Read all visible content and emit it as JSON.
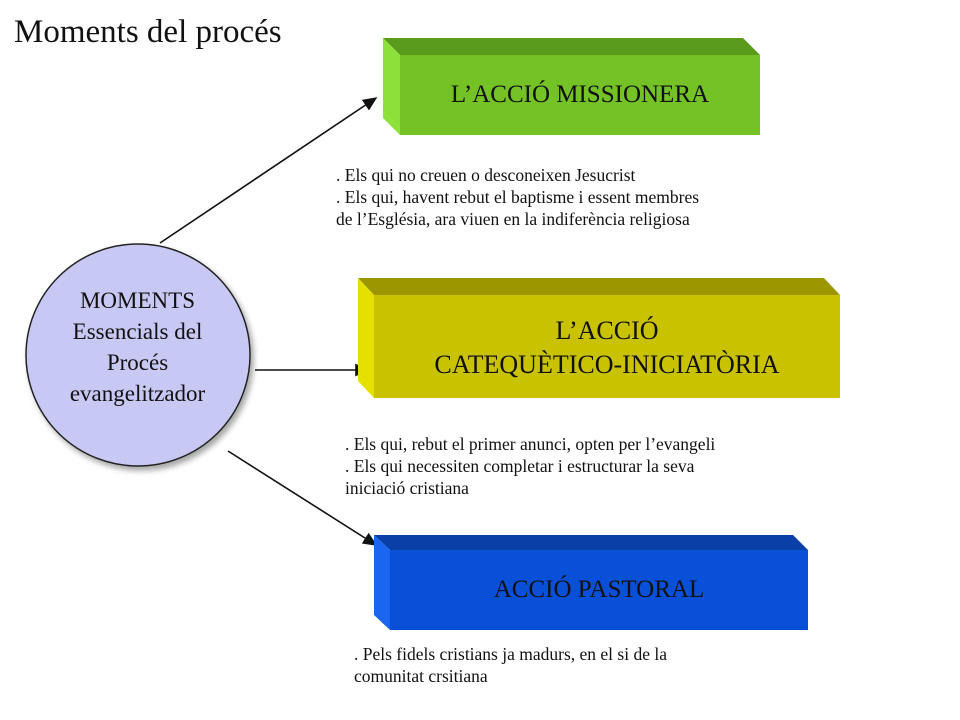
{
  "title": "Moments del procés",
  "center": {
    "lines": [
      "MOMENTS",
      "Essencials del",
      "Procés",
      "evangelitzador"
    ],
    "color": "#c8c8f4"
  },
  "boxes": [
    {
      "label_lines": [
        "L’ACCIÓ MISSIONERA"
      ],
      "color": "#74c226",
      "description": [
        ". Els qui no creuen o desconeixen  Jesucrist",
        ". Els qui, havent rebut el baptisme i essent membres",
        "de l’Església,  ara viuen en la indiferència religiosa"
      ]
    },
    {
      "label_lines": [
        "L’ACCIÓ",
        "CATEQUÈTICO-INICIATÒRIA"
      ],
      "color": "#c8c200",
      "description": [
        ". Els qui, rebut el primer anunci, opten per l’evangeli",
        ". Els qui necessiten completar i estructurar la seva",
        "iniciació cristiana"
      ]
    },
    {
      "label_lines": [
        "ACCIÓ PASTORAL"
      ],
      "color": "#0a4fd8",
      "description": [
        ". Pels fidels cristians ja madurs, en el si de la",
        "comunitat crsitiana"
      ]
    }
  ]
}
